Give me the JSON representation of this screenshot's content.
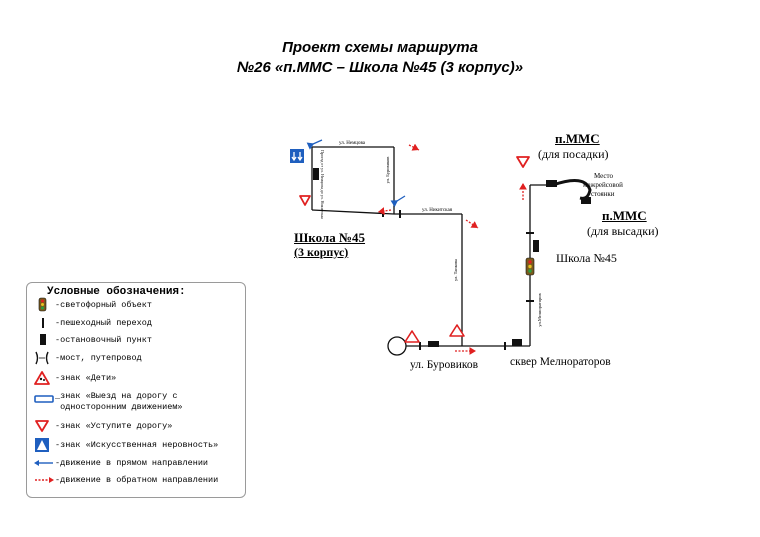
{
  "title": {
    "line1": "Проект схемы маршрута",
    "line2": "№26 «п.ММС – Школа №45 (3 корпус)»"
  },
  "map": {
    "streets": {
      "nemtsova": "ул. Немцова",
      "proezd": "Проезд от ул. Немцова до ул. Никитская",
      "burovikov_v": "ул. Буровиков",
      "nikitskaya": "ул. Никитская",
      "tankova": "ул. Танкова",
      "meliorators": "ул.Мелиораторов"
    },
    "labels": {
      "school_line1": "Школа №45",
      "school_line2": "(3 корпус)",
      "mms_board_title": "п.ММС",
      "mms_board_sub": "(для посадки)",
      "mms_alight_title": "п.ММС",
      "mms_alight_sub": "(для высадки)",
      "layover_1": "Место",
      "layover_2": "межрейсовой",
      "layover_3": "стоянки",
      "school45": "Школа №45",
      "burovikov_stop": "ул. Буровиков",
      "skver": "сквер Мелнораторов"
    }
  },
  "legend": {
    "title": "Условные обозначения:",
    "items": [
      {
        "icon": "traffic-light-icon",
        "text": "-светофорный объект"
      },
      {
        "icon": "crosswalk-icon",
        "text": "-пешеходный переход"
      },
      {
        "icon": "bus-stop-icon",
        "text": "-остановочный пункт"
      },
      {
        "icon": "bridge-icon",
        "text": "-мост, путепровод"
      },
      {
        "icon": "children-sign-icon",
        "text": "-знак «Дети»"
      },
      {
        "icon": "one-way-entry-sign-icon",
        "text": "_знак «Выезд на дорогу с\n односторонним движением»"
      },
      {
        "icon": "yield-sign-icon",
        "text": "-знак «Уступите дорогу»"
      },
      {
        "icon": "speed-bump-sign-icon",
        "text": "-знак «Искусственная неровность»"
      },
      {
        "icon": "forward-direction-arrow-icon",
        "text": "-движение в прямом направлении"
      },
      {
        "icon": "reverse-direction-arrow-icon",
        "text": "-движение в обратном направлении"
      }
    ]
  },
  "colors": {
    "road": "#111111",
    "forward": "#1f5fbf",
    "reverse": "#e02020",
    "sign_red": "#e02020",
    "sign_blue": "#1f5fbf",
    "legend_border": "#9a9a9a"
  }
}
